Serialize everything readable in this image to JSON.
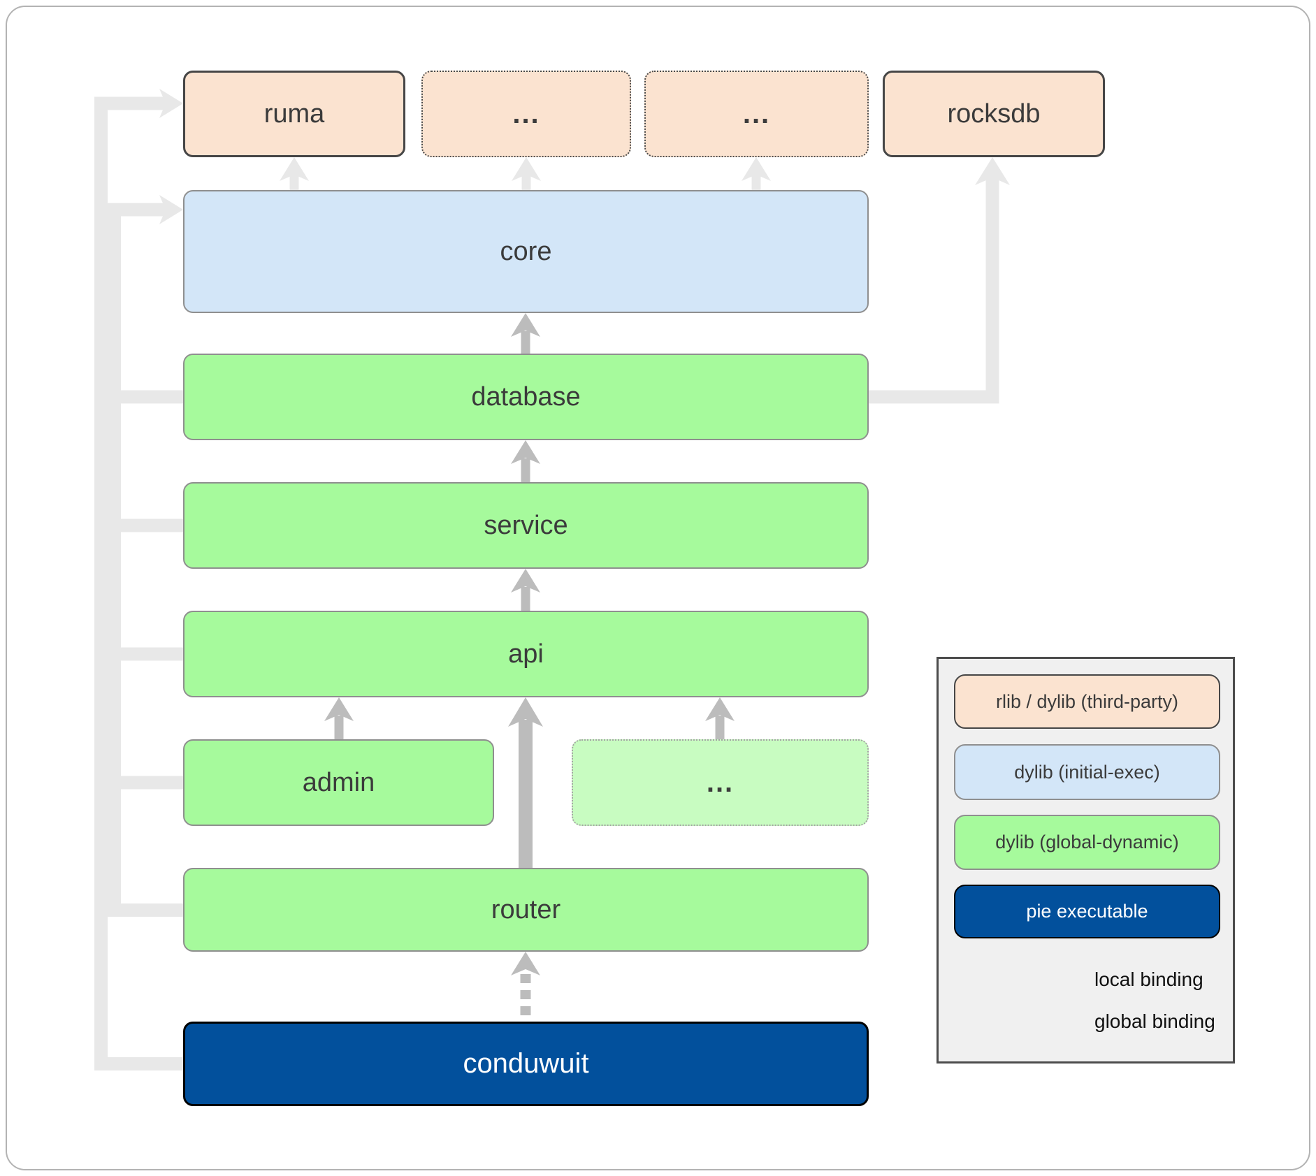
{
  "diagram": {
    "title_hint": "conduwuit dynamic linking architecture",
    "nodes": {
      "ruma": {
        "label": "ruma",
        "kind": "rlib/dylib third-party"
      },
      "dep1": {
        "label": "...",
        "kind": "rlib/dylib third-party"
      },
      "dep2": {
        "label": "...",
        "kind": "rlib/dylib third-party"
      },
      "rocksdb": {
        "label": "rocksdb",
        "kind": "rlib/dylib third-party"
      },
      "core": {
        "label": "core",
        "kind": "dylib initial-exec"
      },
      "database": {
        "label": "database",
        "kind": "dylib global-dynamic"
      },
      "service": {
        "label": "service",
        "kind": "dylib global-dynamic"
      },
      "api": {
        "label": "api",
        "kind": "dylib global-dynamic"
      },
      "admin": {
        "label": "admin",
        "kind": "dylib global-dynamic"
      },
      "api_more": {
        "label": "...",
        "kind": "dylib global-dynamic"
      },
      "router": {
        "label": "router",
        "kind": "dylib global-dynamic"
      },
      "conduwuit": {
        "label": "conduwuit",
        "kind": "pie executable"
      }
    },
    "edges": [
      {
        "from": "conduwuit",
        "to": "router",
        "binding": "local"
      },
      {
        "from": "router",
        "to": "api",
        "binding": "global"
      },
      {
        "from": "admin",
        "to": "api",
        "binding": "global"
      },
      {
        "from": "api_more",
        "to": "api",
        "binding": "global"
      },
      {
        "from": "api",
        "to": "service",
        "binding": "global"
      },
      {
        "from": "service",
        "to": "database",
        "binding": "global"
      },
      {
        "from": "database",
        "to": "core",
        "binding": "global"
      },
      {
        "from": "database",
        "to": "rocksdb",
        "binding": "global"
      },
      {
        "from": "core",
        "to": "ruma",
        "binding": "global"
      },
      {
        "from": "core",
        "to": "dep1",
        "binding": "global"
      },
      {
        "from": "core",
        "to": "dep2",
        "binding": "global"
      },
      {
        "from": "conduwuit,router,admin,api,service,database",
        "to": "ruma",
        "binding": "global",
        "route": "left-bus"
      },
      {
        "from": "conduwuit,router,admin,api,service,database",
        "to": "core",
        "binding": "global",
        "route": "left-bus"
      }
    ],
    "legend": {
      "items": [
        {
          "label": "rlib / dylib (third-party)",
          "swatch": "peach"
        },
        {
          "label": "dylib (initial-exec)",
          "swatch": "blue"
        },
        {
          "label": "dylib (global-dynamic)",
          "swatch": "green"
        },
        {
          "label": "pie executable",
          "swatch": "navy"
        }
      ],
      "bindings": [
        {
          "label": "local binding",
          "style": "dashed-arrow"
        },
        {
          "label": "global binding",
          "style": "solid-arrow"
        }
      ]
    },
    "colors": {
      "peach": "#fbe3d0",
      "blue": "#d3e6f8",
      "green": "#a6fa9c",
      "light_green": "#c8fcc1",
      "navy": "#02509c",
      "arrow_light": "#e8e8e8",
      "arrow_gray": "#bcbcbc",
      "legend_bg": "#f0f0f0",
      "text_dark": "#3b3b3b"
    }
  }
}
